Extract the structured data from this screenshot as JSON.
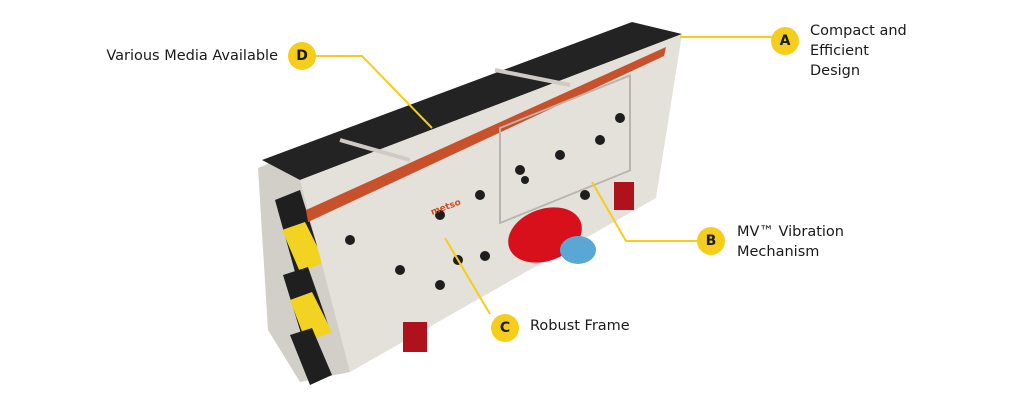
{
  "callouts": [
    {
      "letter": "A",
      "lines": [
        "Compact and",
        "Efficient",
        "Design"
      ]
    },
    {
      "letter": "B",
      "lines": [
        "MV™ Vibration",
        "Mechanism"
      ]
    },
    {
      "letter": "C",
      "lines": [
        "Robust Frame"
      ]
    },
    {
      "letter": "D",
      "lines": [
        "Various Media Available"
      ]
    }
  ],
  "brand_logo": "metso",
  "colors": {
    "callout_yellow": "#f6cd1a",
    "frame": "#e4e0da",
    "accent_stripe": "#c8502a",
    "drive_red": "#d8101c",
    "motor_blue": "#5aa7d6"
  }
}
